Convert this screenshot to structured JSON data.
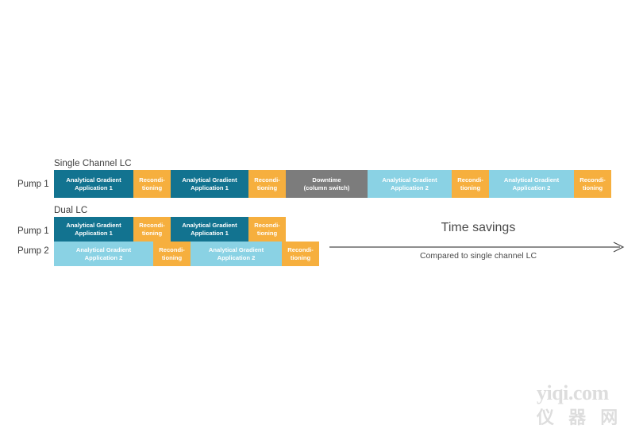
{
  "sections": {
    "single": {
      "title": "Single Channel LC",
      "rows": [
        {
          "label": "Pump 1",
          "blocks": [
            {
              "type": "gradient1",
              "line1": "Analytical Gradient",
              "line2": "Application 1",
              "width": 100
            },
            {
              "type": "recon",
              "line1": "Recondi-",
              "line2": "tioning",
              "width": 47
            },
            {
              "type": "gradient1",
              "line1": "Analytical Gradient",
              "line2": "Application 1",
              "width": 98
            },
            {
              "type": "recon",
              "line1": "Recondi-",
              "line2": "tioning",
              "width": 47
            },
            {
              "type": "downtime",
              "line1": "Downtime",
              "line2": "(column switch)",
              "width": 103
            },
            {
              "type": "gradient2",
              "line1": "Analytical Gradient",
              "line2": "Application 2",
              "width": 106
            },
            {
              "type": "recon",
              "line1": "Recondi-",
              "line2": "tioning",
              "width": 47
            },
            {
              "type": "gradient2",
              "line1": "Analytical Gradient",
              "line2": "Application 2",
              "width": 107
            },
            {
              "type": "recon",
              "line1": "Recondi-",
              "line2": "tioning",
              "width": 47
            }
          ]
        }
      ]
    },
    "dual": {
      "title": "Dual LC",
      "rows": [
        {
          "label": "Pump 1",
          "blocks": [
            {
              "type": "gradient1",
              "line1": "Analytical Gradient",
              "line2": "Application 1",
              "width": 100
            },
            {
              "type": "recon",
              "line1": "Recondi-",
              "line2": "tioning",
              "width": 47
            },
            {
              "type": "gradient1",
              "line1": "Analytical Gradient",
              "line2": "Application 1",
              "width": 98
            },
            {
              "type": "recon",
              "line1": "Recondi-",
              "line2": "tioning",
              "width": 47
            }
          ]
        },
        {
          "label": "Pump 2",
          "blocks": [
            {
              "type": "gradient2",
              "line1": "Analytical Gradient",
              "line2": "Application 2",
              "width": 125
            },
            {
              "type": "recon",
              "line1": "Recondi-",
              "line2": "tioning",
              "width": 47
            },
            {
              "type": "gradient2",
              "line1": "Analytical Gradient",
              "line2": "Application 2",
              "width": 115
            },
            {
              "type": "recon",
              "line1": "Recondi-",
              "line2": "tioning",
              "width": 47
            }
          ]
        }
      ]
    }
  },
  "savings": {
    "title": "Time savings",
    "subtitle": "Compared to single channel LC"
  },
  "watermark": {
    "line1": "yiqi.com",
    "line2": "仪 器 网"
  },
  "colors": {
    "gradient1": "#127390",
    "gradient2": "#8ad2e4",
    "recon": "#f6af3e",
    "downtime": "#7c7c7c",
    "text": "#3b3b3b",
    "arrow": "#4a4a4a"
  }
}
